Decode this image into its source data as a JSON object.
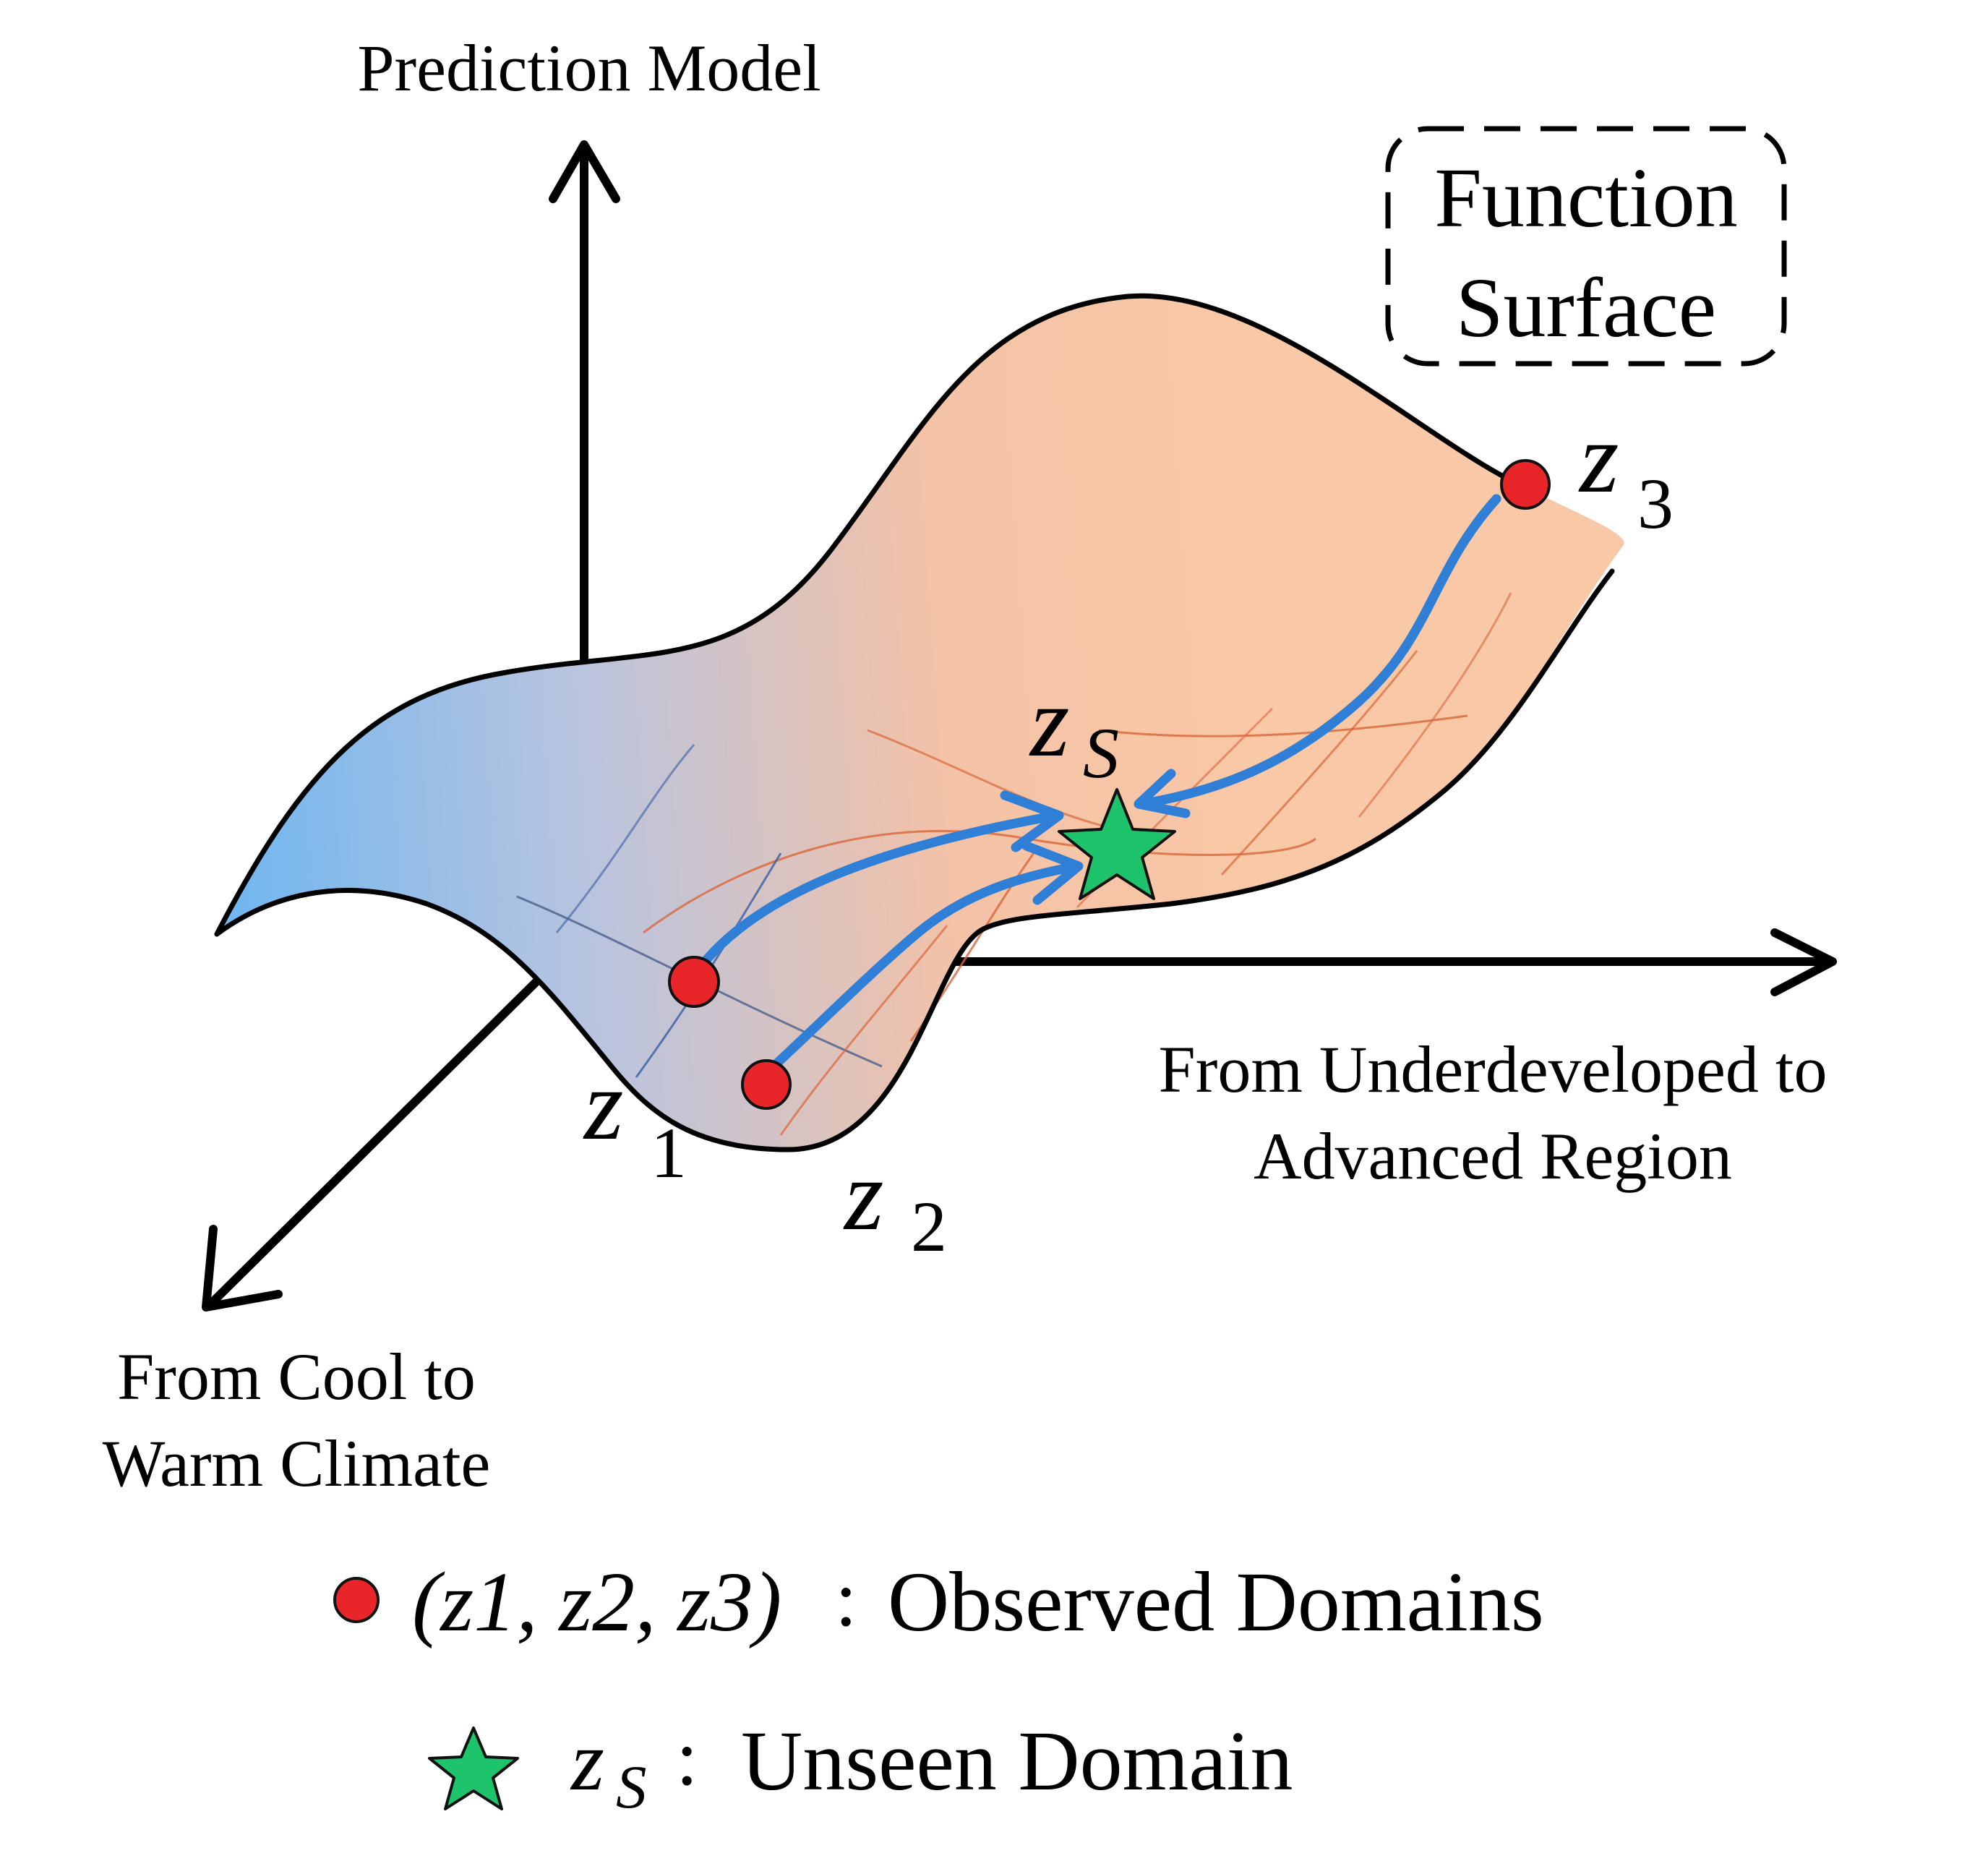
{
  "axes": {
    "vertical_label": "Prediction Model",
    "horizontal_label_line1": "From Underdeveloped to",
    "horizontal_label_line2": "Advanced Region",
    "depth_label_line1": "From Cool to",
    "depth_label_line2": "Warm Climate"
  },
  "function_surface_box": {
    "line1": "Function",
    "line2": "Surface"
  },
  "points": {
    "z1": {
      "base": "z",
      "sub": "1"
    },
    "z2": {
      "base": "z",
      "sub": "2"
    },
    "z3": {
      "base": "z",
      "sub": "3"
    },
    "zs": {
      "base": "z",
      "sub": "S"
    }
  },
  "legend": {
    "observed_tuple": "(z1, z2, z3)",
    "observed_text": "Observed Domains",
    "unseen_symbol_base": "z",
    "unseen_symbol_sub": "S",
    "unseen_text": "Unseen Domain",
    "colon": ":"
  },
  "colors": {
    "observed_point": "#e8262a",
    "unseen_star": "#1ec46c",
    "arrow_blue": "#2f7fd6",
    "surface_blue": "#7cbcf0",
    "surface_peach": "#f8c6a4",
    "grid_orange": "#d8663a",
    "grid_blue": "#3a5fa0"
  }
}
